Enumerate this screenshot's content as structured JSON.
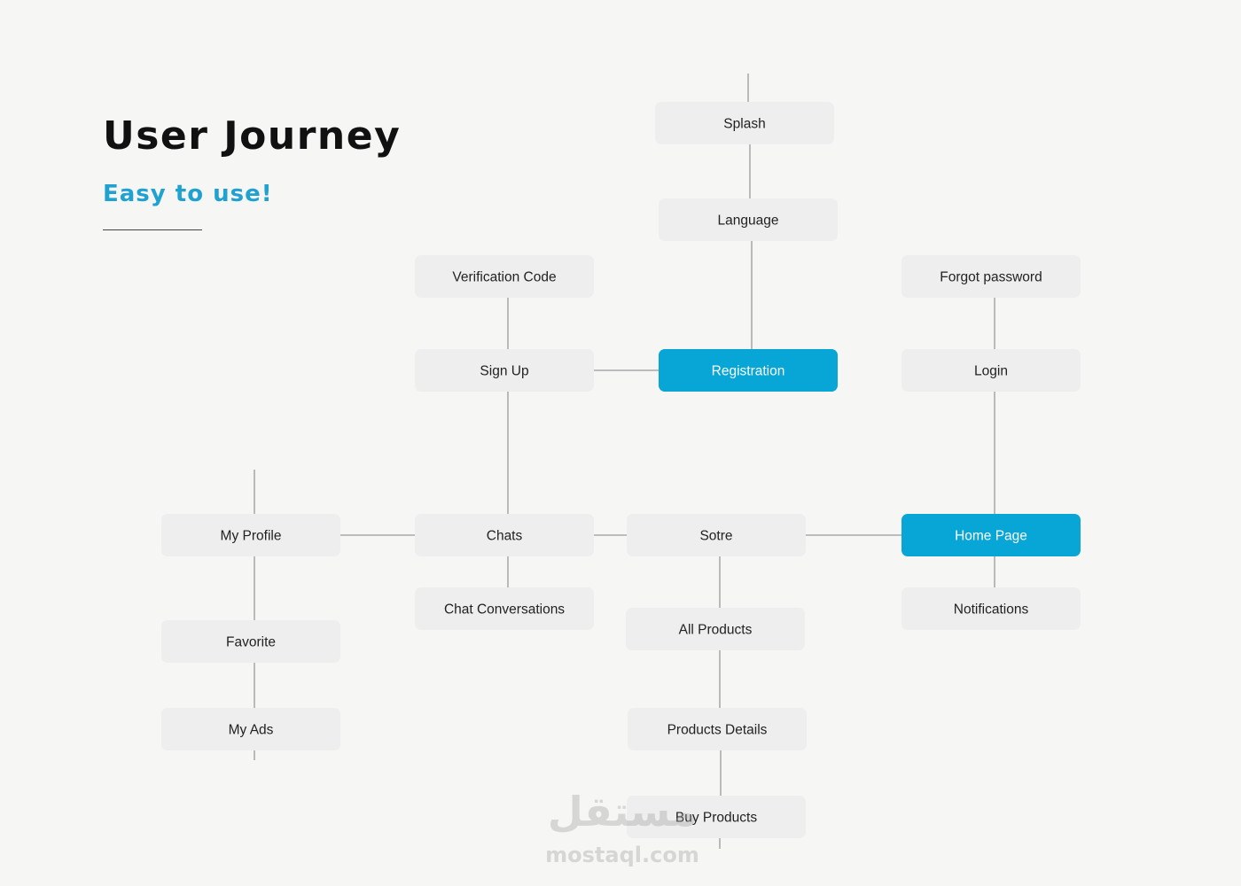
{
  "header": {
    "title": "User Journey",
    "subtitle": "Easy to use!"
  },
  "colors": {
    "accent": "#1fa2d1",
    "highlight_node": "#07a6d6",
    "node_background": "#eeeeee",
    "connector": "#9a9a9a"
  },
  "nodes": [
    {
      "id": "splash",
      "label": "Splash",
      "highlight": false
    },
    {
      "id": "language",
      "label": "Language",
      "highlight": false
    },
    {
      "id": "verification-code",
      "label": "Verification Code",
      "highlight": false
    },
    {
      "id": "forgot-password",
      "label": "Forgot password",
      "highlight": false
    },
    {
      "id": "sign-up",
      "label": "Sign Up",
      "highlight": false
    },
    {
      "id": "registration",
      "label": "Registration",
      "highlight": true
    },
    {
      "id": "login",
      "label": "Login",
      "highlight": false
    },
    {
      "id": "my-profile",
      "label": "My Profile",
      "highlight": false
    },
    {
      "id": "chats",
      "label": "Chats",
      "highlight": false
    },
    {
      "id": "sotre",
      "label": "Sotre",
      "highlight": false
    },
    {
      "id": "home-page",
      "label": "Home Page",
      "highlight": true
    },
    {
      "id": "chat-conversations",
      "label": "Chat Conversations",
      "highlight": false
    },
    {
      "id": "notifications",
      "label": "Notifications",
      "highlight": false
    },
    {
      "id": "all-products",
      "label": "All Products",
      "highlight": false
    },
    {
      "id": "favorite",
      "label": "Favorite",
      "highlight": false
    },
    {
      "id": "products-details",
      "label": "Products Details",
      "highlight": false
    },
    {
      "id": "my-ads",
      "label": "My Ads",
      "highlight": false
    },
    {
      "id": "buy-products",
      "label": "Buy Products",
      "highlight": false
    }
  ],
  "edges": [
    [
      "splash",
      "language"
    ],
    [
      "language",
      "registration"
    ],
    [
      "sign-up",
      "registration"
    ],
    [
      "verification-code",
      "sign-up"
    ],
    [
      "forgot-password",
      "login"
    ],
    [
      "login",
      "home-page"
    ],
    [
      "sign-up",
      "chats"
    ],
    [
      "my-profile",
      "chats"
    ],
    [
      "chats",
      "sotre"
    ],
    [
      "sotre",
      "home-page"
    ],
    [
      "chats",
      "chat-conversations"
    ],
    [
      "home-page",
      "notifications"
    ],
    [
      "sotre",
      "all-products"
    ],
    [
      "all-products",
      "products-details"
    ],
    [
      "products-details",
      "buy-products"
    ],
    [
      "my-profile",
      "favorite"
    ],
    [
      "favorite",
      "my-ads"
    ]
  ],
  "watermark": {
    "logo": "مستقل",
    "text": "mostaql.com"
  }
}
